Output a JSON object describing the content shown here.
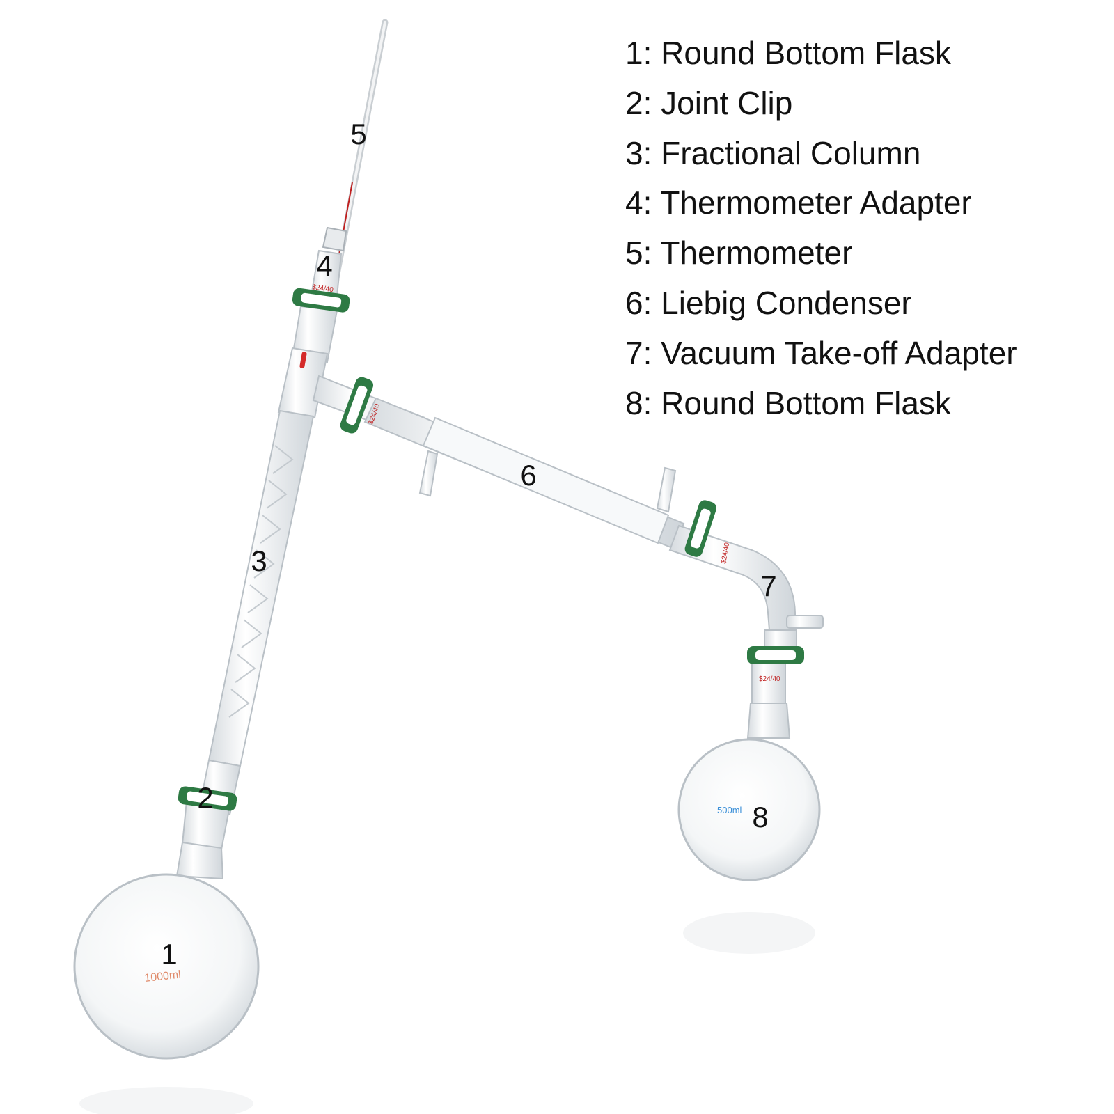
{
  "legend": [
    {
      "number": "1",
      "label": "Round Bottom Flask"
    },
    {
      "number": "2",
      "label": "Joint Clip"
    },
    {
      "number": "3",
      "label": "Fractional Column"
    },
    {
      "number": "4",
      "label": "Thermometer Adapter"
    },
    {
      "number": "5",
      "label": "Thermometer"
    },
    {
      "number": "6",
      "label": "Liebig Condenser"
    },
    {
      "number": "7",
      "label": "Vacuum Take-off Adapter"
    },
    {
      "number": "8",
      "label": "Round Bottom Flask"
    }
  ],
  "callouts": [
    "1",
    "2",
    "3",
    "4",
    "5",
    "6",
    "7",
    "8"
  ],
  "glass_marks": {
    "flask_large_capacity": "1000ml",
    "flask_small_capacity": "500ml",
    "joint_size": "$24/40"
  },
  "colors": {
    "clip_green": "#2e7a44",
    "graduation_red": "#c02020",
    "capacity_blue": "#3a8fd8",
    "glass_outline": "#b9c0c6"
  }
}
